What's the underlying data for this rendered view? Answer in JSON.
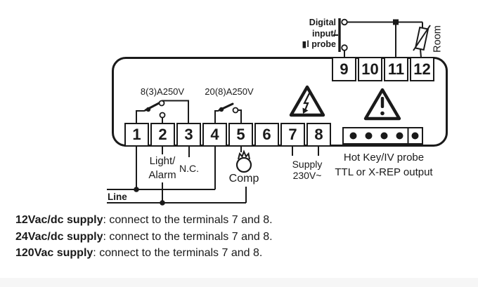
{
  "colors": {
    "ink": "#1a1a1a",
    "background": "#ffffff",
    "footer_bar": "#f6f6f6"
  },
  "icons": {
    "high_voltage": "lightning-bolt-triangle",
    "general_warning": "exclamation-triangle",
    "compressor": "compressor-circle-glyph",
    "room_probe": "ntc-thermistor-symbol",
    "digital_input": "switch-contact-symbol",
    "relay_contacts": "spdt-and-spst-contact-symbols",
    "hotkey_port": "five-pin-connector"
  },
  "diagram": {
    "relay1_rating": "8(3)A250V",
    "relay2_rating": "20(8)A250V",
    "digital_input": {
      "line1": "Digital",
      "line2": "input/",
      "line3": "▮l probe"
    },
    "room_label": "Room",
    "terminals_top": [
      "9",
      "10",
      "11",
      "12"
    ],
    "terminals_bottom": [
      "1",
      "2",
      "3",
      "4",
      "5",
      "6",
      "7",
      "8"
    ],
    "light_alarm": {
      "line1": "Light/",
      "line2": "Alarm"
    },
    "nc_label": "N.C.",
    "comp_label": "Comp",
    "line_label": "Line",
    "supply": {
      "line1": "Supply",
      "line2": "230V~"
    },
    "hotkey": {
      "line1": "Hot Key/IV probe",
      "line2": "TTL or X-REP output"
    }
  },
  "notes": [
    {
      "bold": "12Vac/dc supply",
      "text": ": connect to the terminals 7 and 8."
    },
    {
      "bold": "24Vac/dc supply",
      "text": ": connect to the terminals 7 and 8."
    },
    {
      "bold": "120Vac supply",
      "text": ": connect to the terminals 7 and 8."
    }
  ]
}
